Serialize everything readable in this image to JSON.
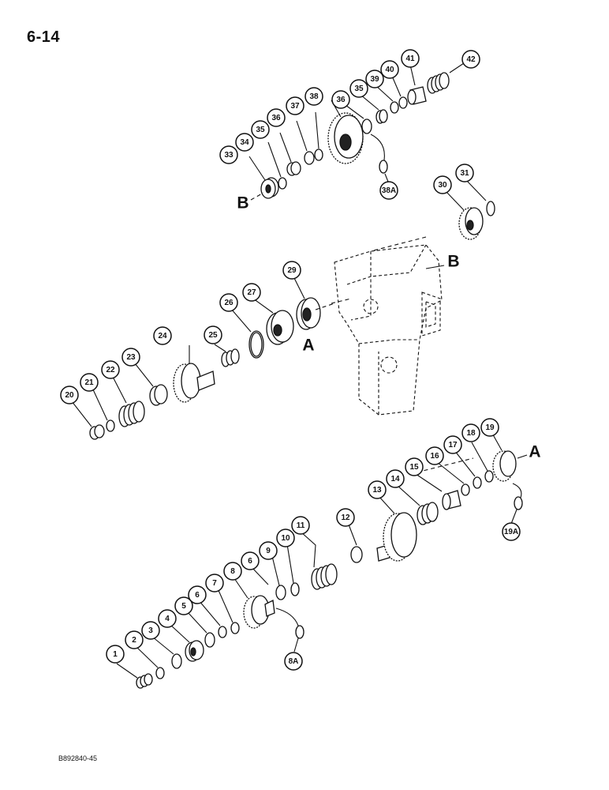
{
  "page": {
    "title": "6-14",
    "reference_code": "B892840-45"
  },
  "diagram": {
    "callouts": [
      "1",
      "2",
      "3",
      "4",
      "5",
      "6",
      "7",
      "8",
      "8A",
      "6",
      "9",
      "10",
      "11",
      "12",
      "13",
      "14",
      "15",
      "16",
      "17",
      "18",
      "19",
      "19A",
      "20",
      "21",
      "22",
      "23",
      "24",
      "25",
      "26",
      "27",
      "29",
      "30",
      "31",
      "33",
      "34",
      "35",
      "36",
      "37",
      "38",
      "38A",
      "36",
      "35",
      "39",
      "40",
      "41",
      "42"
    ],
    "reference_letters": [
      "A",
      "A",
      "B",
      "B"
    ]
  }
}
